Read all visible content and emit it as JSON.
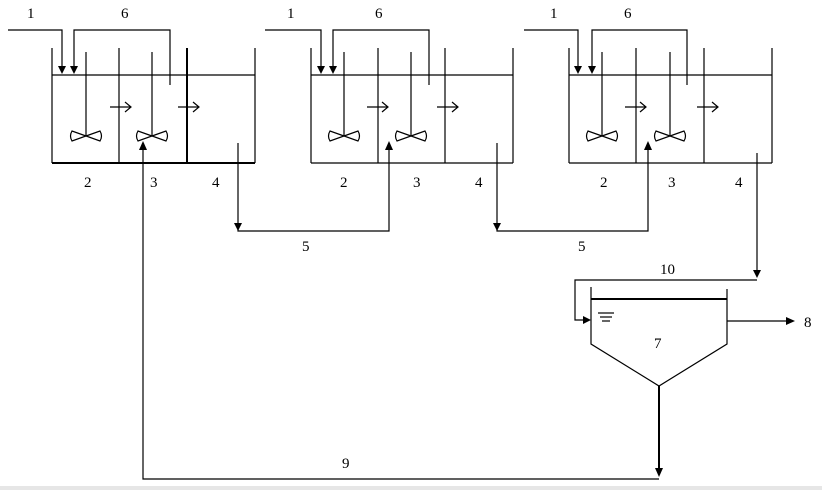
{
  "labels": {
    "inflow": "1",
    "first_zone": "2",
    "second_zone": "3",
    "third_zone": "4",
    "transfer_pipe": "5",
    "recycle_pipe": "6",
    "settler": "7",
    "effluent": "8",
    "sludge_return": "9",
    "settler_recycle": "10"
  },
  "tank_count": 3
}
